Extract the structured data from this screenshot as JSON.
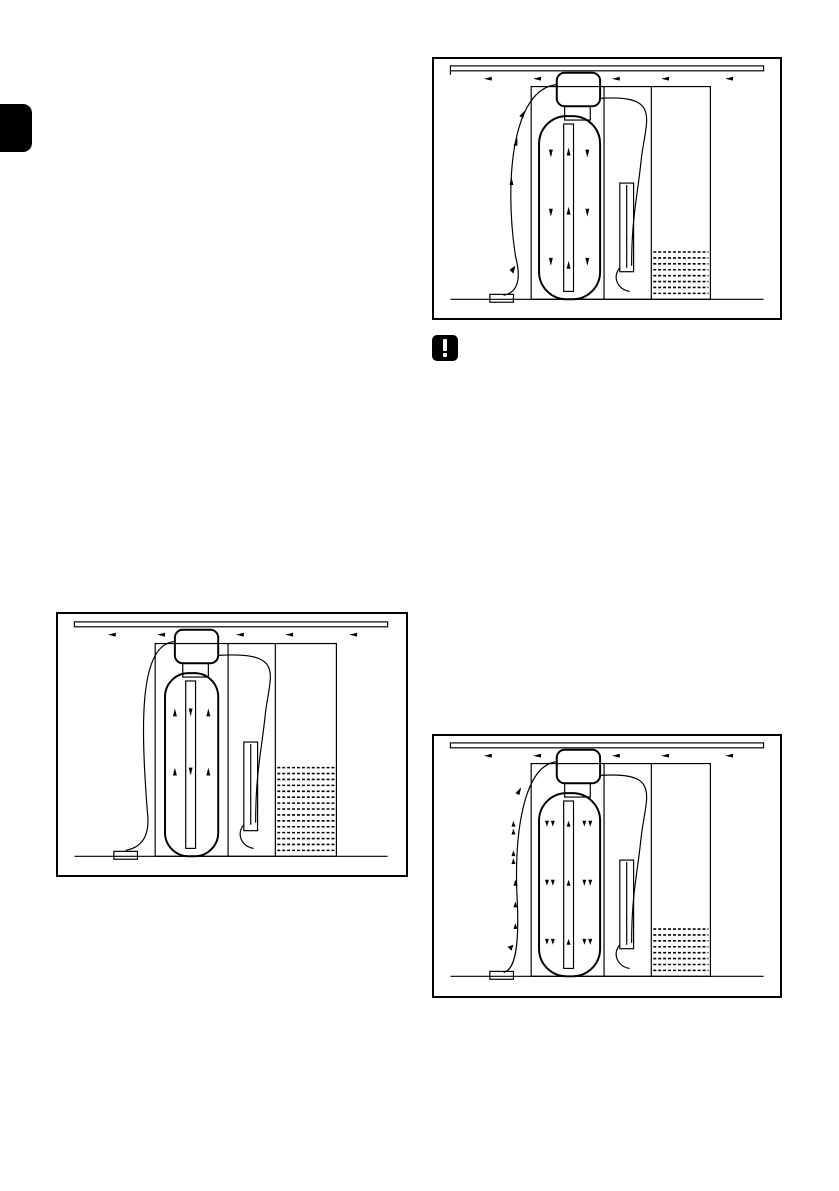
{
  "page": {
    "side_tab_color": "#000000",
    "figures": [
      {
        "id": "fig-top-right",
        "icon": "filter-backwash-diagram"
      },
      {
        "id": "fig-bottom-left",
        "icon": "filter-service-diagram"
      },
      {
        "id": "fig-bottom-right",
        "icon": "filter-rinse-diagram"
      }
    ],
    "notice_icon": "exclamation-warning-icon"
  }
}
